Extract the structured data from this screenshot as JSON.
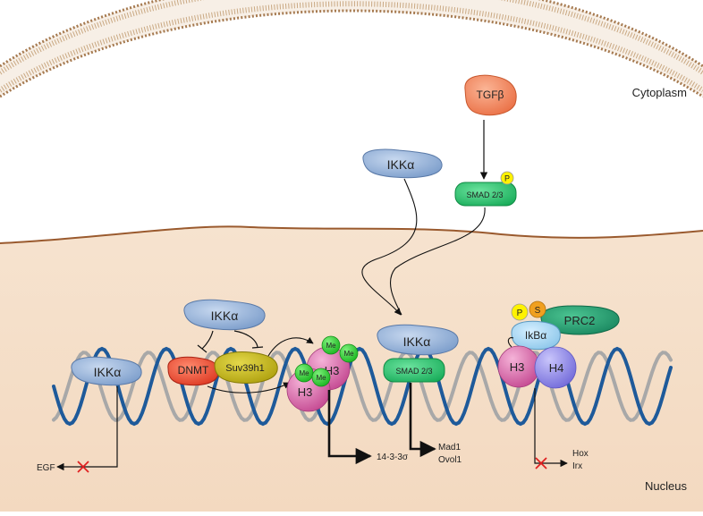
{
  "compartments": {
    "cytoplasm": "Cytoplasm",
    "nucleus": "Nucleus"
  },
  "proteins": {
    "tgfb": "TGFβ",
    "smad_cyto": "SMAD 2/3",
    "ikka_cyto": "IKKα",
    "ikka_left": "IKKα",
    "ikka_mid": "IKKα",
    "ikka_center": "IKKα",
    "dnmt": "DNMT",
    "suv39h1": "Suv39h1",
    "smad_nuc": "SMAD 2/3",
    "ikba": "IkBα",
    "prc2": "PRC2"
  },
  "histones": {
    "h3_a": "H3",
    "h3_b": "H3",
    "h3_c": "H3",
    "h4": "H4"
  },
  "marks": {
    "me": "Me",
    "phospho": "P",
    "sumo": "S"
  },
  "genes": {
    "egf": "EGF",
    "g14": "14-3-3σ",
    "mad1": "Mad1",
    "ovol1": "Ovol1",
    "hox": "Hox",
    "irx": "Irx"
  },
  "colors": {
    "ikka": "#8faed6",
    "smad": "#22c26a",
    "tgfb": "#f08a62",
    "dnmt": "#e8452e",
    "suv39h1": "#c4b514",
    "h3": "#d860a8",
    "h4": "#8b84e8",
    "ikba": "#9fd4f0",
    "prc2": "#1f9a6a",
    "phospho": "#fff200",
    "sumo": "#f0a020",
    "nucleus": "#f5e0cc",
    "membrane": "#b88a5e",
    "dna_front": "#1e5a9a",
    "dna_back": "#a8a8a8"
  }
}
